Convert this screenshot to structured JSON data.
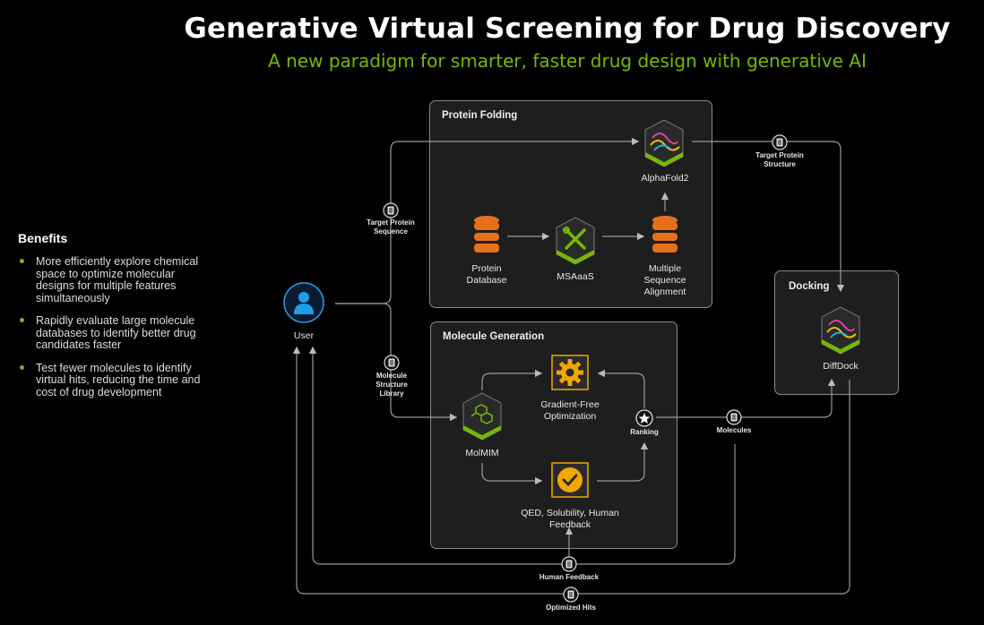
{
  "title": "Generative Virtual Screening for Drug Discovery",
  "subtitle": "A new paradigm for smarter, faster drug design with generative AI",
  "benefits": {
    "heading": "Benefits",
    "items": [
      "More efficiently explore  chemical space to optimize molecular designs for multiple features simultaneously",
      "Rapidly evaluate large molecule databases to identify better drug candidates faster",
      "Test fewer molecules to identify virtual hits, reducing the time and cost of drug development"
    ]
  },
  "panels": {
    "protein_folding": "Protein Folding",
    "molecule_generation": "Molecule Generation",
    "docking": "Docking"
  },
  "nodes": {
    "user": "User",
    "alphafold2": "AlphaFold2",
    "protein_database": "Protein Database",
    "msaaas": "MSAaaS",
    "msa": "Multiple Sequence Alignment",
    "diffdock": "DiffDock",
    "molmim": "MolMIM",
    "gradient_free": "Gradient-Free Optimization",
    "qed": "QED, Solubility, Human Feedback",
    "ranking": "Ranking"
  },
  "edge_labels": {
    "target_protein_sequence": "Target Protein Sequence",
    "target_protein_structure": "Target Protein Structure",
    "molecule_structure_library": "Molecule Structure Library",
    "molecules": "Molecules",
    "human_feedback": "Human Feedback",
    "optimized_hits": "Optimized Hits"
  },
  "colors": {
    "accent": "#76b900",
    "database": "#e8701a",
    "gear": "#f0a800",
    "user": "#1ea0e6"
  },
  "icons": {
    "user": "user-icon",
    "alphafold2": "protein-cube-icon",
    "protein_database": "database-icon",
    "msaaas": "tools-cube-icon",
    "msa": "database-icon",
    "diffdock": "protein-cube-icon",
    "molmim": "molecule-cube-icon",
    "gradient_free": "gear-icon",
    "qed": "checkmark-icon",
    "ranking": "star-icon",
    "edge_badge": "document-icon"
  }
}
